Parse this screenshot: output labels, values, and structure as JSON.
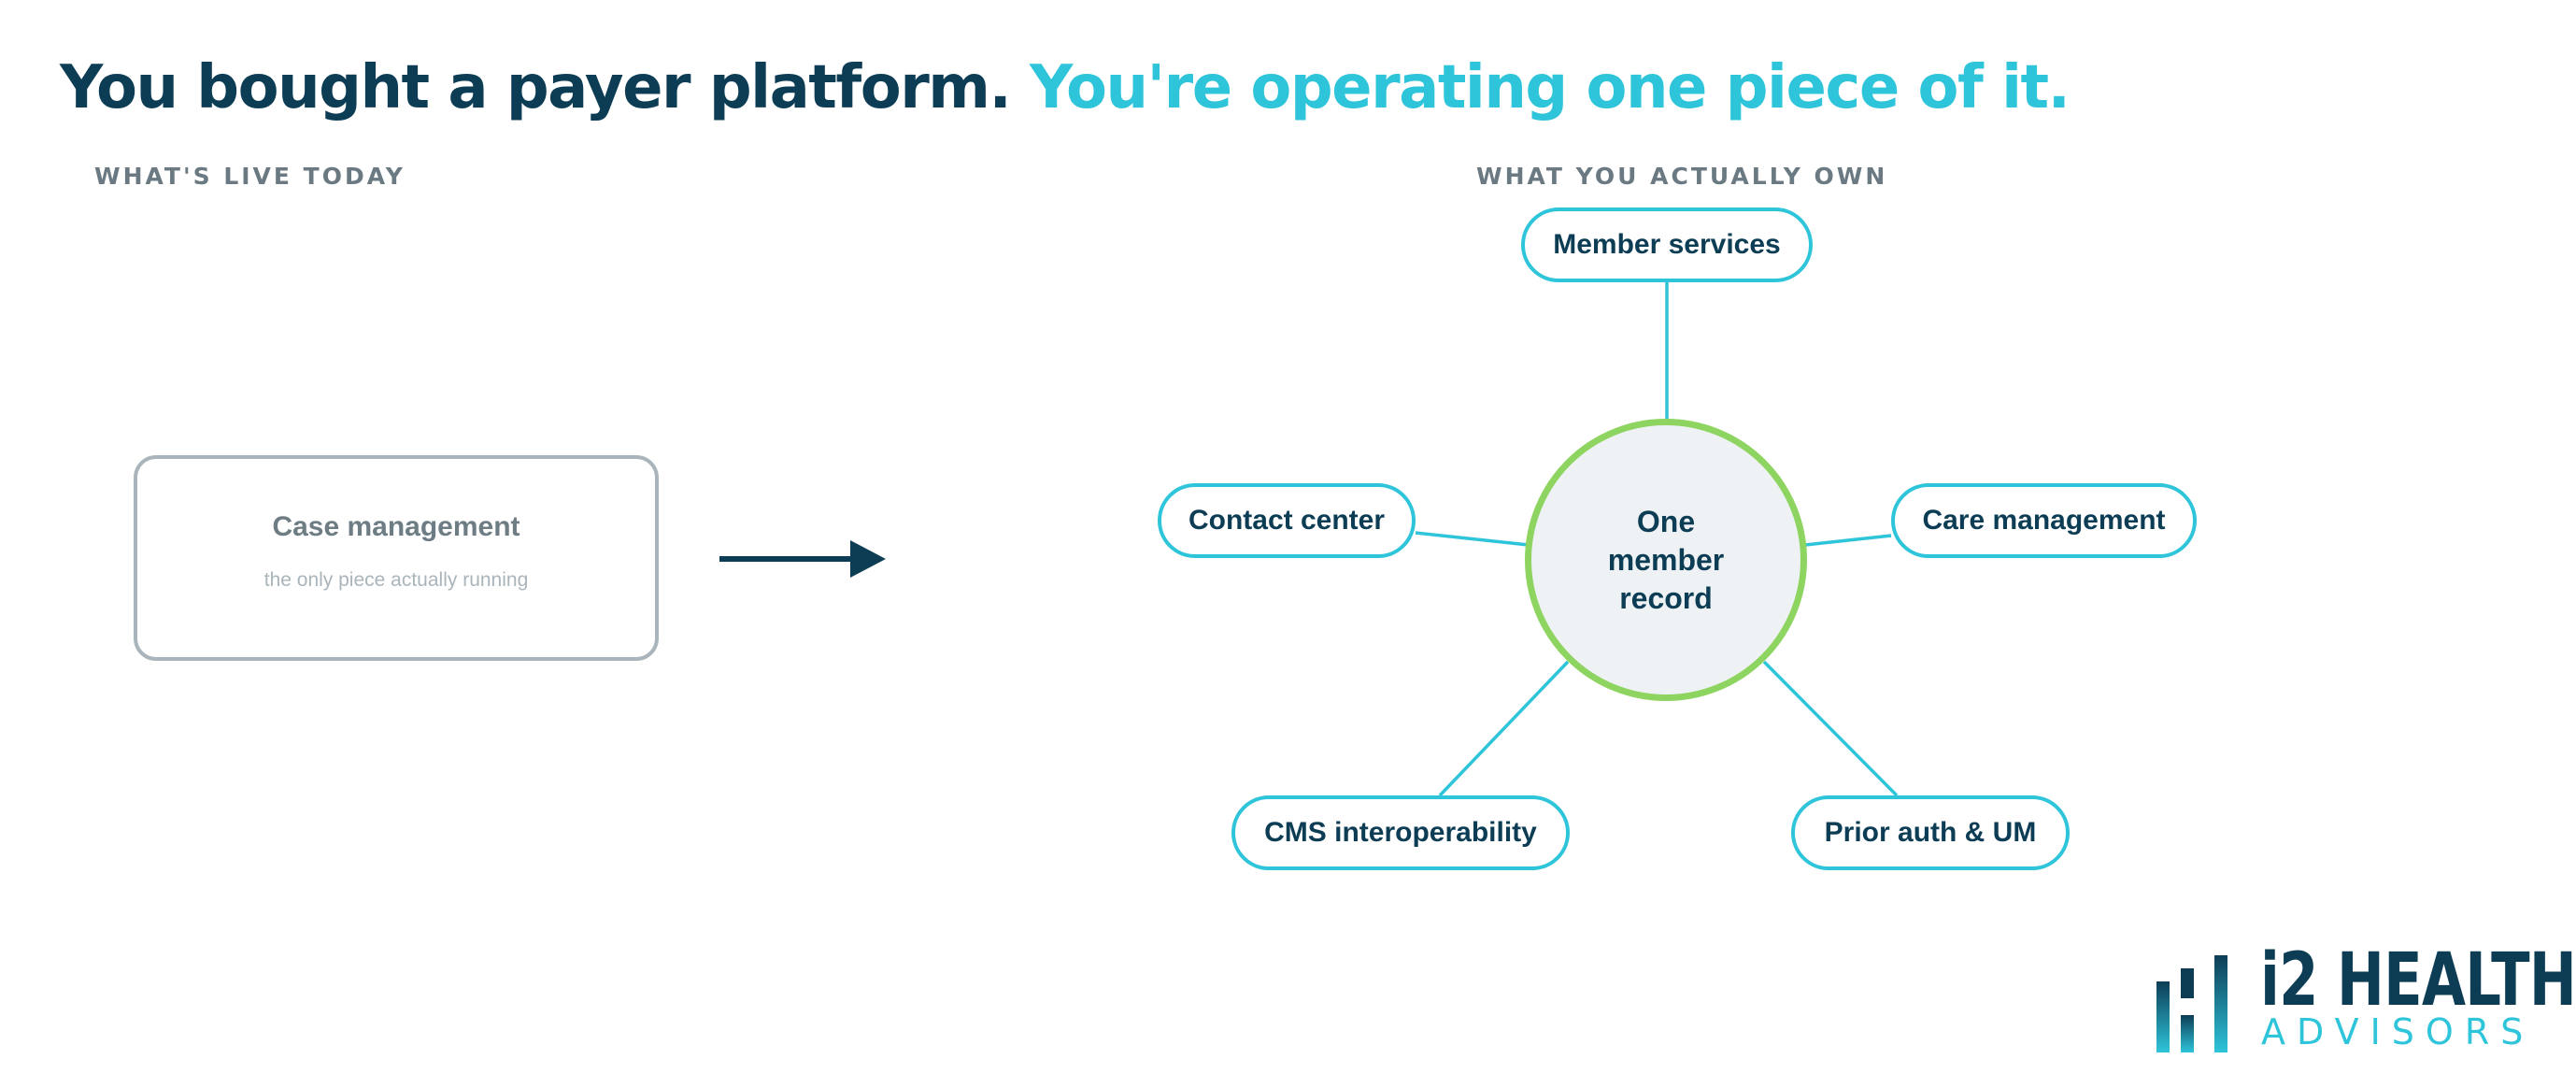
{
  "headline": {
    "part1": "You bought a payer platform.",
    "part2": "You're operating one piece of it."
  },
  "left_section": {
    "label": "WHAT'S LIVE TODAY",
    "box_title": "Case management",
    "box_subtitle": "the only piece actually running"
  },
  "right_section": {
    "label": "WHAT YOU ACTUALLY OWN",
    "hub": "One member record",
    "nodes": [
      "Member services",
      "Contact center",
      "Care management",
      "CMS interoperability",
      "Prior auth & UM"
    ]
  },
  "logo": {
    "line1": "i2 HEALTH",
    "line2": "ADVISORS",
    "icon": "bar-chart-h-icon"
  },
  "colors": {
    "navy": "#0d3d55",
    "cyan": "#2ec4da",
    "green": "#8ed460",
    "gray": "#aab5bb"
  }
}
